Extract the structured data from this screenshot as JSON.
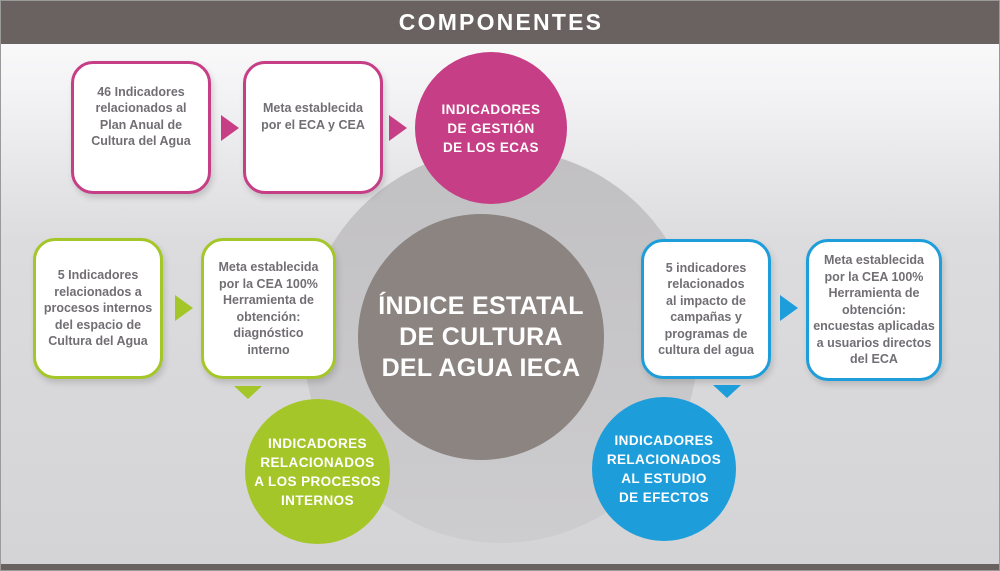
{
  "header": {
    "title": "COMPONENTES"
  },
  "colors": {
    "pink": "#c63e85",
    "green": "#a5c629",
    "blue": "#1d9edb",
    "bar": "#696260",
    "center_circle": "#8b8481",
    "big_circle": "#c6c5c7",
    "text_gray": "#716e74"
  },
  "center": {
    "label": "ÍNDICE ESTATAL\nDE CULTURA\nDEL AGUA IECA"
  },
  "flows": {
    "gestion": {
      "box1": "46 Indicadores\nrelacionados al\nPlan Anual de\nCultura del Agua",
      "box2": "Meta establecida\npor el ECA y CEA",
      "circle": "INDICADORES\nDE GESTIÓN\nDE LOS ECAS"
    },
    "procesos": {
      "box1": "5 Indicadores\nrelacionados a\nprocesos internos\ndel espacio de\nCultura del Agua",
      "box2": "Meta establecida\npor la CEA 100%\nHerramienta de\nobtención:\ndiagnóstico\ninterno",
      "circle": "INDICADORES\nRELACIONADOS\nA LOS PROCESOS\nINTERNOS"
    },
    "efectos": {
      "box1": "5 indicadores\nrelacionados\nal impacto de\ncampañas y\nprogramas de\ncultura del agua",
      "box2": "Meta establecida\npor la CEA 100%\nHerramienta de\nobtención:\nencuestas aplicadas\na usuarios directos\ndel ECA",
      "circle": "INDICADORES\nRELACIONADOS\nAL ESTUDIO\nDE EFECTOS"
    }
  }
}
